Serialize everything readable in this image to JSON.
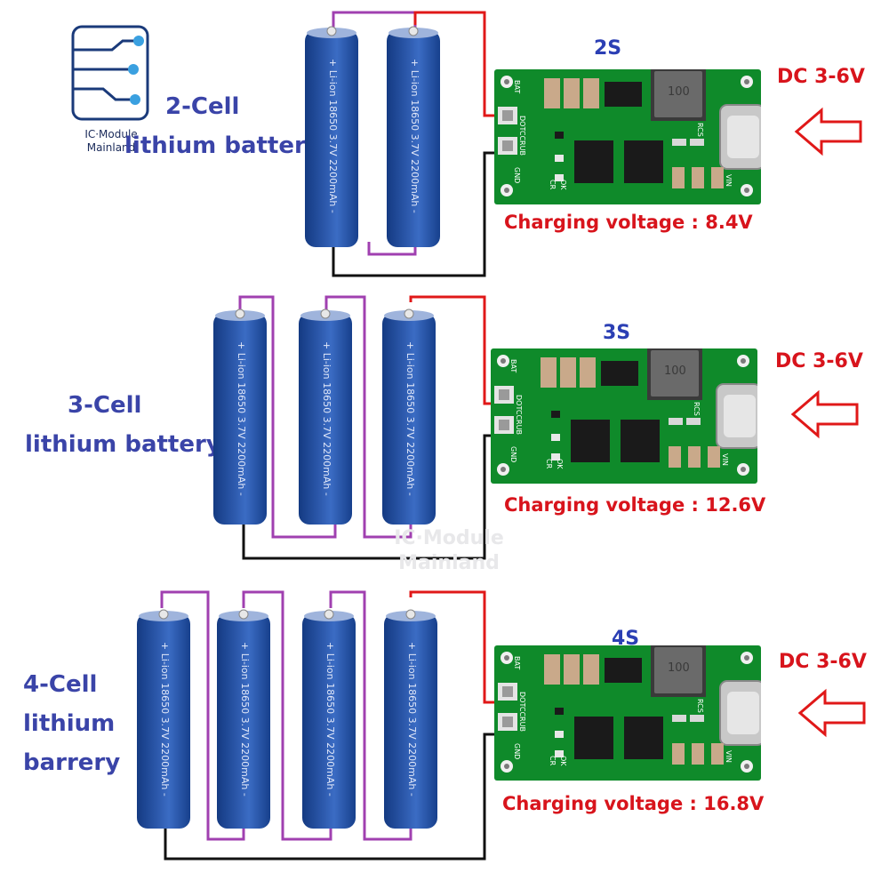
{
  "logo": {
    "line1": "IC·Module",
    "line2": "Mainland"
  },
  "watermark": {
    "line1": "IC·Module",
    "line2": "Mainland"
  },
  "cell_marking": "+ Li-ion 18650 3.7V 2200mAh -",
  "inductor_marking": "100",
  "pcb_pins": {
    "bat": "BAT",
    "gnd": "GND",
    "dotccrub": "DOTCCRUB",
    "ok": "OK",
    "cr": "CR",
    "rcs": "RCS",
    "vin": "VIN"
  },
  "sections": [
    {
      "side_label": [
        "2-Cell",
        "lithium battery"
      ],
      "title": "2S",
      "input": "DC 3-6V",
      "charging": "Charging voltage : 8.4V"
    },
    {
      "side_label": [
        "3-Cell",
        "lithium battery"
      ],
      "title": "3S",
      "input": "DC 3-6V",
      "charging": "Charging voltage : 12.6V"
    },
    {
      "side_label": [
        "4-Cell",
        "lithium",
        "barrery"
      ],
      "title": "4S",
      "input": "DC 3-6V",
      "charging": "Charging voltage : 16.8V"
    }
  ],
  "colors": {
    "cell_blue": "#2a56a8",
    "pcb_green": "#0f8a2a",
    "wire_red": "#e01818",
    "wire_purple": "#a040b0",
    "wire_black": "#111111",
    "label_blue": "#3a44a8",
    "label_red": "#d8141c"
  }
}
